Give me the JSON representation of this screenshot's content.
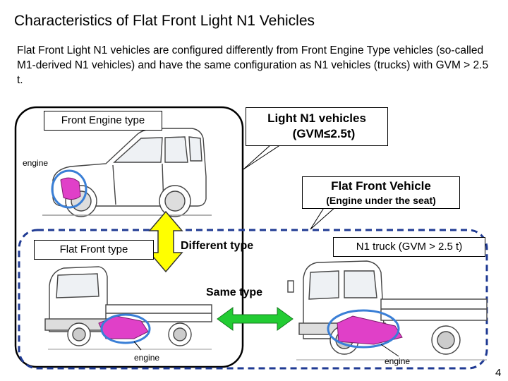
{
  "slide": {
    "title": "Characteristics of Flat Front Light N1 Vehicles",
    "intro": "Flat Front Light N1 vehicles are configured differently from Front Engine Type vehicles (so-called M1-derived N1 vehicles) and have the same configuration as N1 vehicles (trucks) with GVM > 2.5 t.",
    "page_number": "4"
  },
  "labels": {
    "front_engine_type": "Front Engine type",
    "light_n1_line1": "Light N1 vehicles",
    "light_n1_line2": "(GVM≤2.5t)",
    "engine_car": "engine",
    "flat_front_vehicle_line1": "Flat Front Vehicle",
    "flat_front_vehicle_line2": "(Engine under the seat)",
    "flat_front_type": "Flat Front type",
    "different_type": "Different type",
    "n1_truck": "N1 truck (GVM > 2.5 t)",
    "same_type": "Same type",
    "engine_small_truck": "engine",
    "engine_big_truck": "engine"
  },
  "colors": {
    "frame_blue": "#1f3a93",
    "engine_magenta": "#e040c8",
    "highlight_ring": "#3a7fd6",
    "arrow_yellow": "#ffff00",
    "arrow_green": "#22cc33"
  }
}
